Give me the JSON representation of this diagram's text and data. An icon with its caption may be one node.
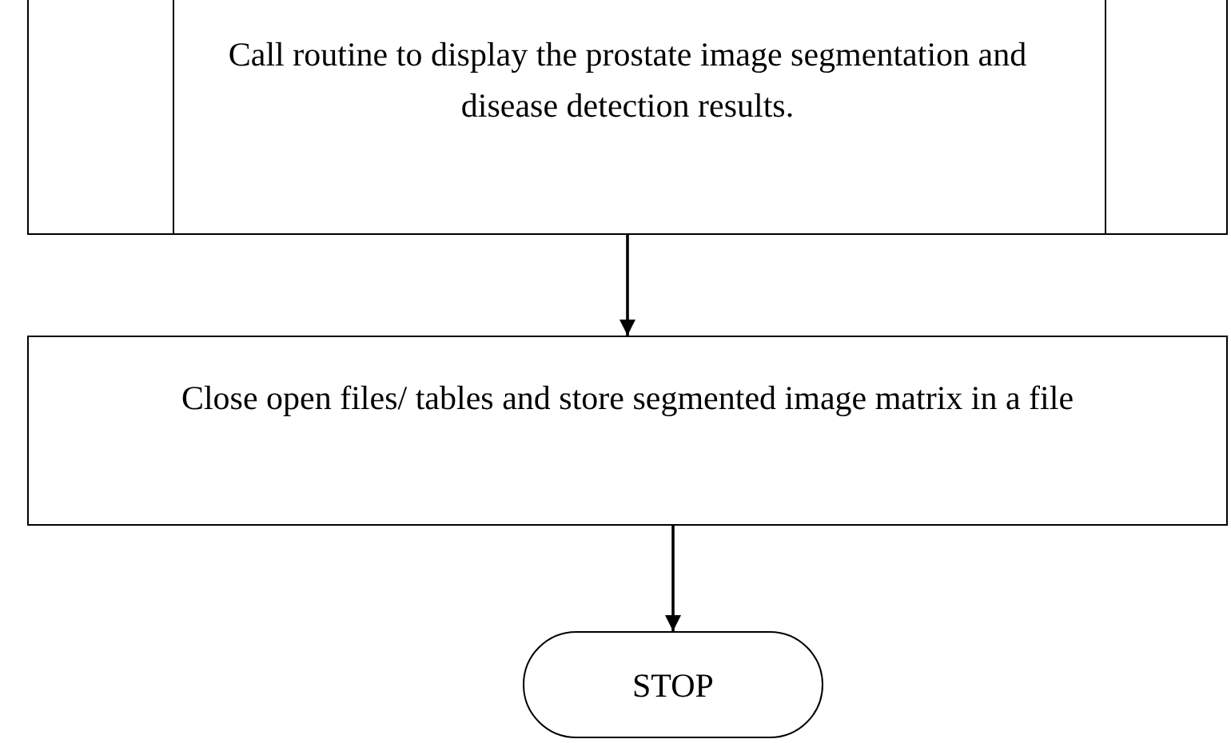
{
  "diagram": {
    "nodes": [
      {
        "text": [
          "Call routine to display the prostate image segmentation and disease detection results."
        ]
      },
      {
        "text": [
          "Close open files/ tables and store segmented image matrix in a file"
        ]
      },
      {
        "text": [
          "STOP"
        ]
      }
    ],
    "edges": [
      {
        "from": 0,
        "to": 1,
        "arrow": "to"
      },
      {
        "from": 1,
        "to": 2,
        "arrow": "to"
      }
    ]
  }
}
